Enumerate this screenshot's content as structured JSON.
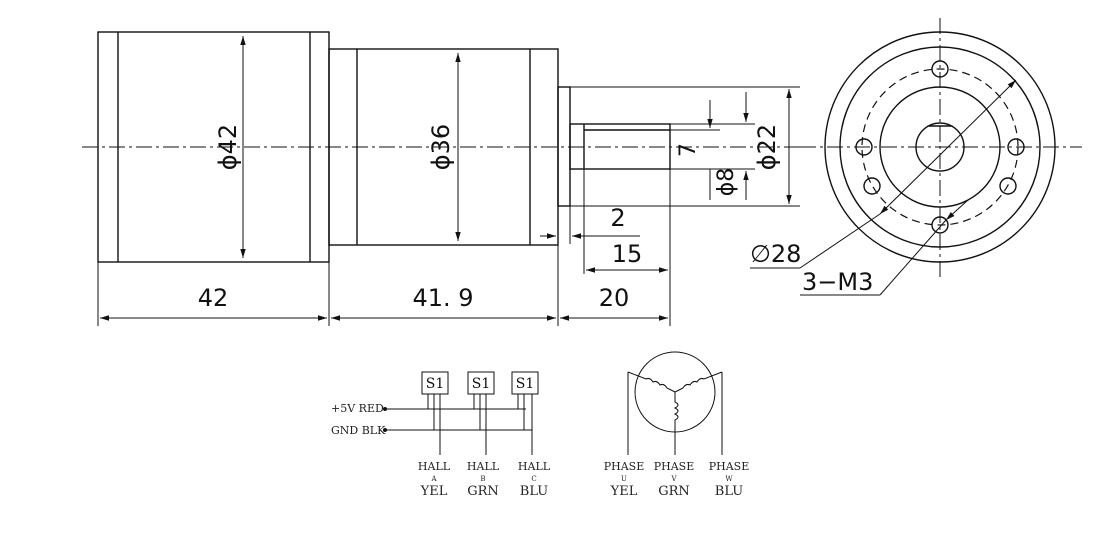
{
  "dimensions": {
    "d42": "ϕ42",
    "d36": "ϕ36",
    "d22": "ϕ22",
    "d8": "ϕ8",
    "flat": "7",
    "len42": "42",
    "len419": "41. 9",
    "len20": "20",
    "len15": "15",
    "len2": "2",
    "d28": "∅28",
    "holes": "3−M3"
  },
  "hall": {
    "sensor_label": "S1",
    "power": "+5V  RED",
    "ground": "GND  BLK",
    "sensors": [
      {
        "name": "HALL",
        "sub": "A",
        "color": "YEL"
      },
      {
        "name": "HALL",
        "sub": "B",
        "color": "GRN"
      },
      {
        "name": "HALL",
        "sub": "C",
        "color": "BLU"
      }
    ]
  },
  "phase": [
    {
      "name": "PHASE",
      "sub": "U",
      "color": "YEL"
    },
    {
      "name": "PHASE",
      "sub": "V",
      "color": "GRN"
    },
    {
      "name": "PHASE",
      "sub": "W",
      "color": "BLU"
    }
  ]
}
